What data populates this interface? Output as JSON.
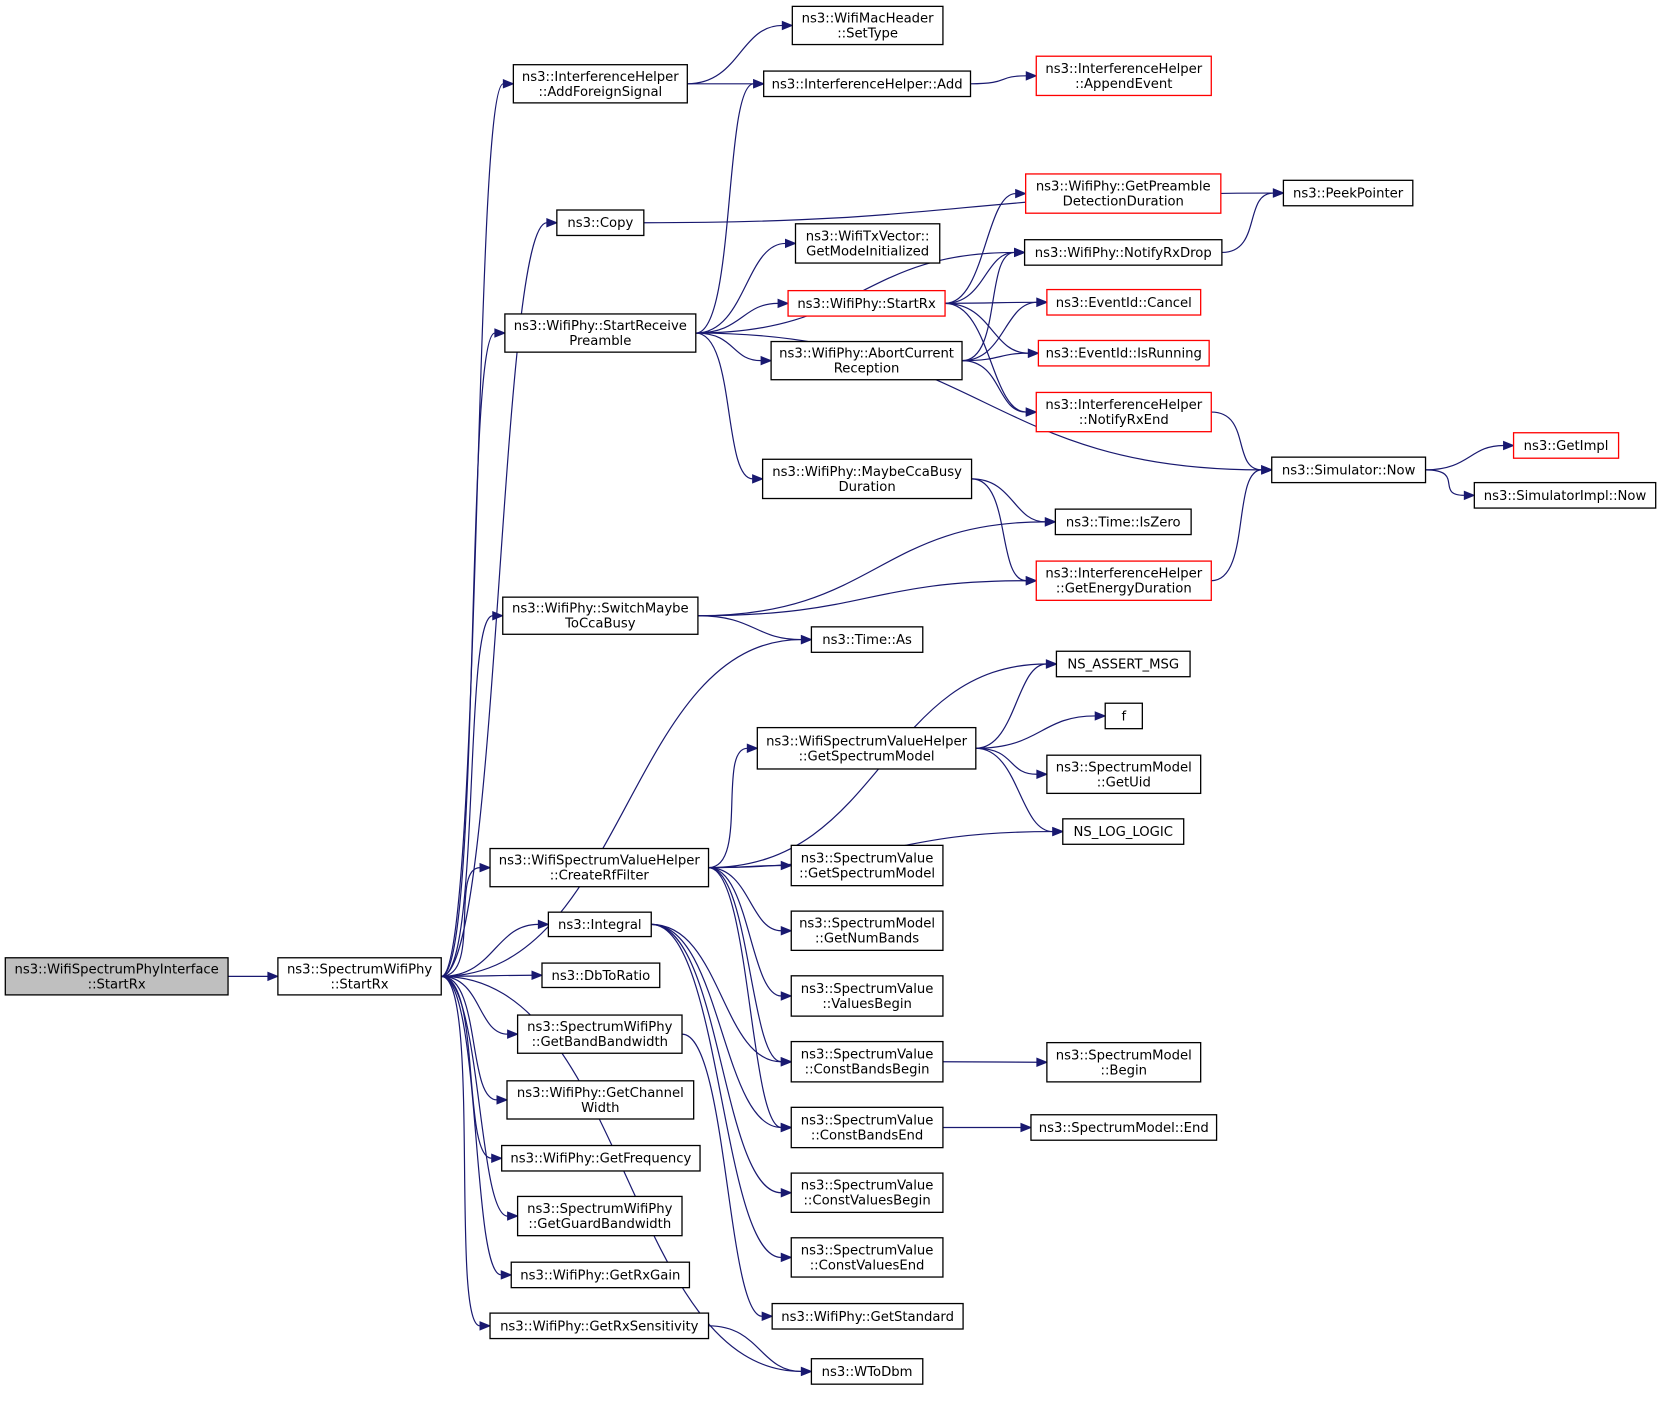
{
  "diagram": {
    "colors": {
      "edge": "#191970",
      "node_border": "#000000",
      "node_border_incomplete": "#ff0000",
      "root_fill": "#bfbfbf"
    },
    "nodes": [
      {
        "id": "root",
        "lines": [
          "ns3::WifiSpectrumPhyInterface",
          "::StartRx"
        ],
        "style": "root"
      },
      {
        "id": "spwStartRx",
        "lines": [
          "ns3::SpectrumWifiPhy",
          "::StartRx"
        ]
      },
      {
        "id": "addForeign",
        "lines": [
          "ns3::InterferenceHelper",
          "::AddForeignSignal"
        ]
      },
      {
        "id": "copy",
        "lines": [
          "ns3::Copy"
        ]
      },
      {
        "id": "startRecvPre",
        "lines": [
          "ns3::WifiPhy::StartReceive",
          "Preamble"
        ]
      },
      {
        "id": "switchMaybe",
        "lines": [
          "ns3::WifiPhy::SwitchMaybe",
          "ToCcaBusy"
        ]
      },
      {
        "id": "createRf",
        "lines": [
          "ns3::WifiSpectrumValueHelper",
          "::CreateRfFilter"
        ]
      },
      {
        "id": "integral",
        "lines": [
          "ns3::Integral"
        ]
      },
      {
        "id": "dbToRatio",
        "lines": [
          "ns3::DbToRatio"
        ]
      },
      {
        "id": "getBandBw",
        "lines": [
          "ns3::SpectrumWifiPhy",
          "::GetBandBandwidth"
        ]
      },
      {
        "id": "getChanW",
        "lines": [
          "ns3::WifiPhy::GetChannel",
          "Width"
        ]
      },
      {
        "id": "getFreq",
        "lines": [
          "ns3::WifiPhy::GetFrequency"
        ]
      },
      {
        "id": "getGuardBw",
        "lines": [
          "ns3::SpectrumWifiPhy",
          "::GetGuardBandwidth"
        ]
      },
      {
        "id": "getRxGain",
        "lines": [
          "ns3::WifiPhy::GetRxGain"
        ]
      },
      {
        "id": "getRxSens",
        "lines": [
          "ns3::WifiPhy::GetRxSensitivity"
        ]
      },
      {
        "id": "macSetType",
        "lines": [
          "ns3::WifiMacHeader",
          "::SetType"
        ]
      },
      {
        "id": "ihAdd",
        "lines": [
          "ns3::InterferenceHelper::Add"
        ]
      },
      {
        "id": "ihAppend",
        "lines": [
          "ns3::InterferenceHelper",
          "::AppendEvent"
        ],
        "style": "incomplete"
      },
      {
        "id": "peekPtr",
        "lines": [
          "ns3::PeekPointer"
        ]
      },
      {
        "id": "getPreDet",
        "lines": [
          "ns3::WifiPhy::GetPreamble",
          "DetectionDuration"
        ],
        "style": "incomplete"
      },
      {
        "id": "getModeInit",
        "lines": [
          "ns3::WifiTxVector::",
          "GetModeInitialized"
        ]
      },
      {
        "id": "notifyDrop",
        "lines": [
          "ns3::WifiPhy::NotifyRxDrop"
        ]
      },
      {
        "id": "phyStartRx",
        "lines": [
          "ns3::WifiPhy::StartRx"
        ],
        "style": "incomplete"
      },
      {
        "id": "evCancel",
        "lines": [
          "ns3::EventId::Cancel"
        ],
        "style": "incomplete"
      },
      {
        "id": "abortRecv",
        "lines": [
          "ns3::WifiPhy::AbortCurrent",
          "Reception"
        ]
      },
      {
        "id": "evRunning",
        "lines": [
          "ns3::EventId::IsRunning"
        ],
        "style": "incomplete"
      },
      {
        "id": "ihNotifyEnd",
        "lines": [
          "ns3::InterferenceHelper",
          "::NotifyRxEnd"
        ],
        "style": "incomplete"
      },
      {
        "id": "maybeCca",
        "lines": [
          "ns3::WifiPhy::MaybeCcaBusy",
          "Duration"
        ]
      },
      {
        "id": "simNow",
        "lines": [
          "ns3::Simulator::Now"
        ]
      },
      {
        "id": "getImpl",
        "lines": [
          "ns3::GetImpl"
        ],
        "style": "incomplete"
      },
      {
        "id": "simImplNow",
        "lines": [
          "ns3::SimulatorImpl::Now"
        ]
      },
      {
        "id": "timeIsZero",
        "lines": [
          "ns3::Time::IsZero"
        ]
      },
      {
        "id": "ihEnergy",
        "lines": [
          "ns3::InterferenceHelper",
          "::GetEnergyDuration"
        ],
        "style": "incomplete"
      },
      {
        "id": "timeAs",
        "lines": [
          "ns3::Time::As"
        ]
      },
      {
        "id": "nsAssert",
        "lines": [
          "NS_ASSERT_MSG"
        ]
      },
      {
        "id": "svhGetModel",
        "lines": [
          "ns3::WifiSpectrumValueHelper",
          "::GetSpectrumModel"
        ]
      },
      {
        "id": "f",
        "lines": [
          "f"
        ]
      },
      {
        "id": "smGetUid",
        "lines": [
          "ns3::SpectrumModel",
          "::GetUid"
        ]
      },
      {
        "id": "nsLog",
        "lines": [
          "NS_LOG_LOGIC"
        ]
      },
      {
        "id": "svGetModel",
        "lines": [
          "ns3::SpectrumValue",
          "::GetSpectrumModel"
        ]
      },
      {
        "id": "smNumBands",
        "lines": [
          "ns3::SpectrumModel",
          "::GetNumBands"
        ]
      },
      {
        "id": "svValBegin",
        "lines": [
          "ns3::SpectrumValue",
          "::ValuesBegin"
        ]
      },
      {
        "id": "svCBB",
        "lines": [
          "ns3::SpectrumValue",
          "::ConstBandsBegin"
        ]
      },
      {
        "id": "smBegin",
        "lines": [
          "ns3::SpectrumModel",
          "::Begin"
        ]
      },
      {
        "id": "svCBE",
        "lines": [
          "ns3::SpectrumValue",
          "::ConstBandsEnd"
        ]
      },
      {
        "id": "smEnd",
        "lines": [
          "ns3::SpectrumModel::End"
        ]
      },
      {
        "id": "svCVB",
        "lines": [
          "ns3::SpectrumValue",
          "::ConstValuesBegin"
        ]
      },
      {
        "id": "svCVE",
        "lines": [
          "ns3::SpectrumValue",
          "::ConstValuesEnd"
        ]
      },
      {
        "id": "getStandard",
        "lines": [
          "ns3::WifiPhy::GetStandard"
        ]
      },
      {
        "id": "wToDbm",
        "lines": [
          "ns3::WToDbm"
        ]
      }
    ],
    "edges": [
      [
        "root",
        "spwStartRx"
      ],
      [
        "spwStartRx",
        "addForeign"
      ],
      [
        "spwStartRx",
        "copy"
      ],
      [
        "spwStartRx",
        "startRecvPre"
      ],
      [
        "spwStartRx",
        "switchMaybe"
      ],
      [
        "spwStartRx",
        "timeAs"
      ],
      [
        "spwStartRx",
        "createRf"
      ],
      [
        "spwStartRx",
        "integral"
      ],
      [
        "spwStartRx",
        "dbToRatio"
      ],
      [
        "spwStartRx",
        "getBandBw"
      ],
      [
        "spwStartRx",
        "getChanW"
      ],
      [
        "spwStartRx",
        "getFreq"
      ],
      [
        "spwStartRx",
        "getGuardBw"
      ],
      [
        "spwStartRx",
        "getRxGain"
      ],
      [
        "spwStartRx",
        "getRxSens"
      ],
      [
        "spwStartRx",
        "wToDbm"
      ],
      [
        "addForeign",
        "macSetType"
      ],
      [
        "addForeign",
        "ihAdd"
      ],
      [
        "ihAdd",
        "ihAppend"
      ],
      [
        "copy",
        "peekPtr"
      ],
      [
        "startRecvPre",
        "ihAdd"
      ],
      [
        "startRecvPre",
        "notifyDrop"
      ],
      [
        "startRecvPre",
        "getModeInit"
      ],
      [
        "startRecvPre",
        "phyStartRx"
      ],
      [
        "startRecvPre",
        "abortRecv"
      ],
      [
        "startRecvPre",
        "simNow"
      ],
      [
        "startRecvPre",
        "maybeCca"
      ],
      [
        "phyStartRx",
        "getPreDet"
      ],
      [
        "phyStartRx",
        "notifyDrop"
      ],
      [
        "phyStartRx",
        "evCancel"
      ],
      [
        "phyStartRx",
        "evRunning"
      ],
      [
        "phyStartRx",
        "ihNotifyEnd"
      ],
      [
        "abortRecv",
        "notifyDrop"
      ],
      [
        "abortRecv",
        "evCancel"
      ],
      [
        "abortRecv",
        "evRunning"
      ],
      [
        "abortRecv",
        "ihNotifyEnd"
      ],
      [
        "notifyDrop",
        "peekPtr"
      ],
      [
        "ihNotifyEnd",
        "simNow"
      ],
      [
        "simNow",
        "getImpl"
      ],
      [
        "simNow",
        "simImplNow"
      ],
      [
        "maybeCca",
        "timeIsZero"
      ],
      [
        "maybeCca",
        "ihEnergy"
      ],
      [
        "ihEnergy",
        "simNow"
      ],
      [
        "switchMaybe",
        "timeIsZero"
      ],
      [
        "switchMaybe",
        "ihEnergy"
      ],
      [
        "switchMaybe",
        "timeAs"
      ],
      [
        "createRf",
        "nsAssert"
      ],
      [
        "createRf",
        "svhGetModel"
      ],
      [
        "createRf",
        "nsLog"
      ],
      [
        "createRf",
        "svGetModel"
      ],
      [
        "createRf",
        "smNumBands"
      ],
      [
        "createRf",
        "svValBegin"
      ],
      [
        "createRf",
        "svCBB"
      ],
      [
        "createRf",
        "svCBE"
      ],
      [
        "svhGetModel",
        "nsAssert"
      ],
      [
        "svhGetModel",
        "f"
      ],
      [
        "svhGetModel",
        "smGetUid"
      ],
      [
        "svhGetModel",
        "nsLog"
      ],
      [
        "integral",
        "svCBB"
      ],
      [
        "integral",
        "svCBE"
      ],
      [
        "integral",
        "svCVB"
      ],
      [
        "integral",
        "svCVE"
      ],
      [
        "svCBB",
        "smBegin"
      ],
      [
        "svCBE",
        "smEnd"
      ],
      [
        "getBandBw",
        "getStandard"
      ],
      [
        "getRxSens",
        "wToDbm"
      ]
    ]
  }
}
